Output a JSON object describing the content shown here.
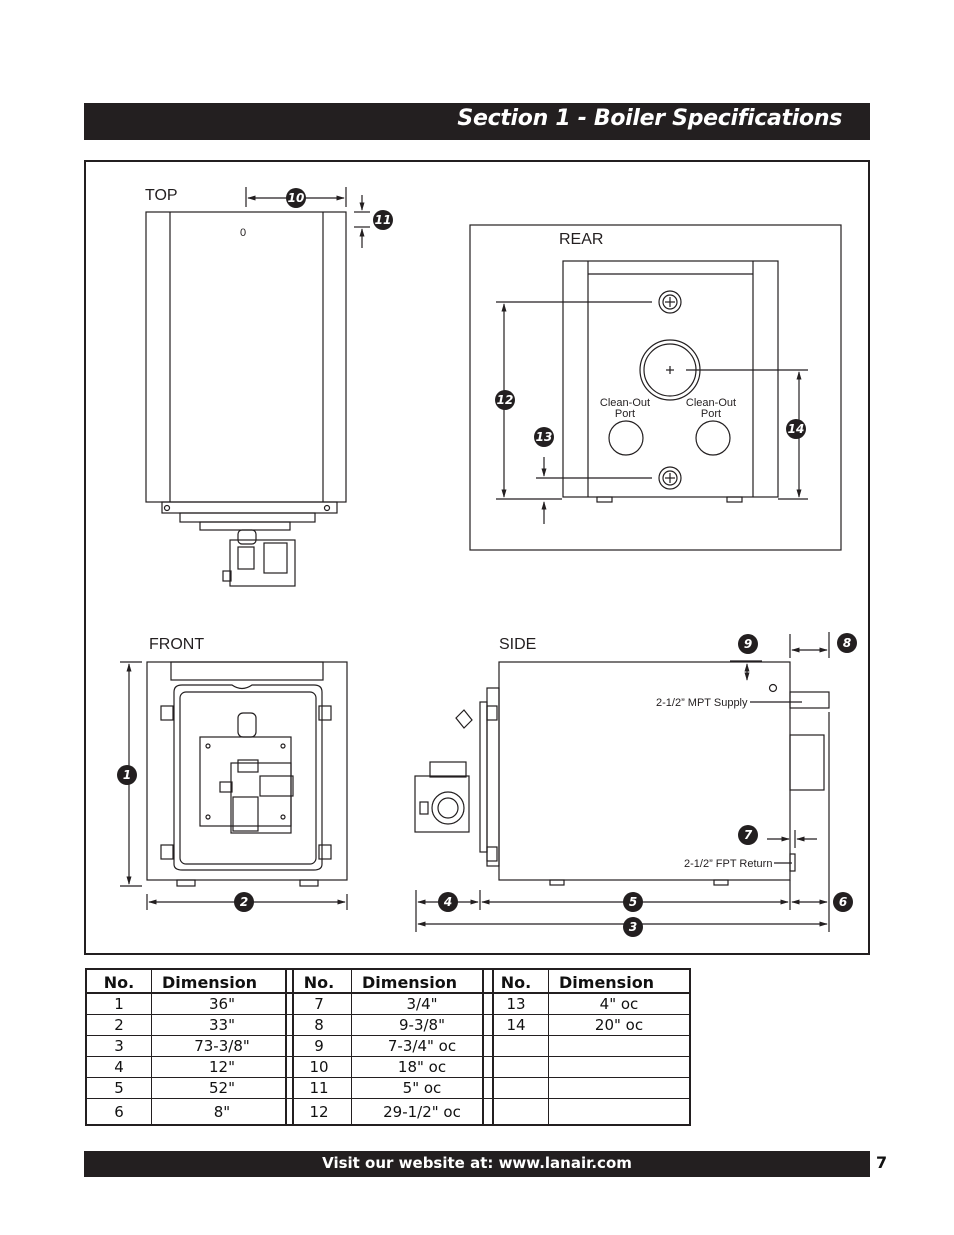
{
  "header": {
    "title": "Section 1 - Boiler Specifications"
  },
  "drawing": {
    "views": {
      "top": "TOP",
      "rear": "REAR",
      "front": "FRONT",
      "side": "SIDE"
    },
    "top_marking": "0",
    "rear_ports": {
      "left_line1": "Clean-Out",
      "left_line2": "Port",
      "right_line1": "Clean-Out",
      "right_line2": "Port"
    },
    "side_labels": {
      "supply": "2-1/2” MPT Supply",
      "return": "2-1/2” FPT Return"
    },
    "callouts": [
      "1",
      "2",
      "3",
      "4",
      "5",
      "6",
      "7",
      "8",
      "9",
      "10",
      "11",
      "12",
      "13",
      "14"
    ]
  },
  "table": {
    "headers": {
      "no": "No.",
      "dimension": "Dimension"
    },
    "groups": [
      [
        {
          "no": "1",
          "dim": "36\""
        },
        {
          "no": "2",
          "dim": "33\""
        },
        {
          "no": "3",
          "dim": "73-3/8\""
        },
        {
          "no": "4",
          "dim": "12\""
        },
        {
          "no": "5",
          "dim": "52\""
        },
        {
          "no": "6",
          "dim": "8\""
        }
      ],
      [
        {
          "no": "7",
          "dim": "3/4\""
        },
        {
          "no": "8",
          "dim": "9-3/8\""
        },
        {
          "no": "9",
          "dim": "7-3/4\" oc"
        },
        {
          "no": "10",
          "dim": "18\" oc"
        },
        {
          "no": "11",
          "dim": "5\" oc"
        },
        {
          "no": "12",
          "dim": "29-1/2\" oc"
        }
      ],
      [
        {
          "no": "13",
          "dim": "4\" oc"
        },
        {
          "no": "14",
          "dim": "20\" oc"
        },
        {
          "no": "",
          "dim": ""
        },
        {
          "no": "",
          "dim": ""
        },
        {
          "no": "",
          "dim": ""
        },
        {
          "no": "",
          "dim": ""
        }
      ]
    ]
  },
  "footer": {
    "text": "Visit our website at: www.lanair.com",
    "page_number": "7"
  }
}
